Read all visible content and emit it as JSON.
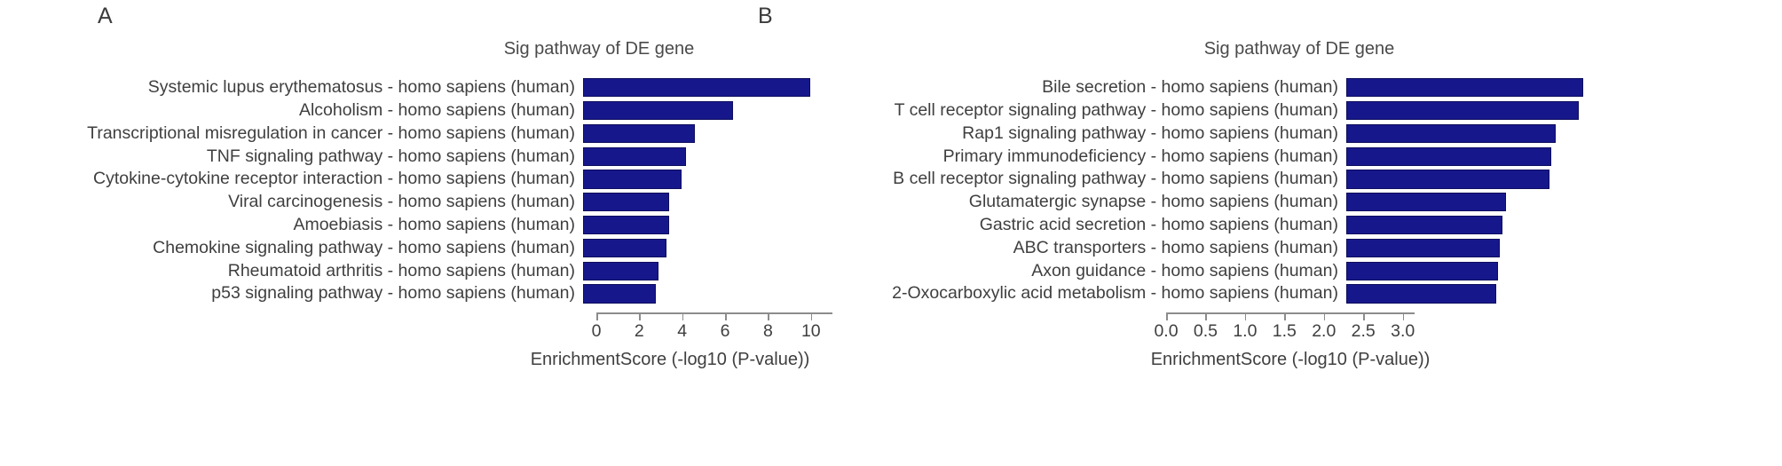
{
  "figure": {
    "panels": [
      {
        "letter": "A",
        "title": "Sig pathway of DE gene",
        "axis_title": "EnrichmentScore (-log10 (P-value))"
      },
      {
        "letter": "B",
        "title": "Sig pathway of DE gene",
        "axis_title": "EnrichmentScore (-log10 (P-value))"
      }
    ]
  },
  "chart_data": [
    {
      "type": "bar",
      "orientation": "horizontal",
      "panel": "A",
      "title": "Sig pathway of DE gene",
      "xlabel": "EnrichmentScore (-log10 (P-value))",
      "ylabel": "",
      "xlim": [
        0,
        11
      ],
      "xticks": [
        "0",
        "2",
        "4",
        "6",
        "8",
        "10"
      ],
      "xtick_values": [
        0,
        2,
        4,
        6,
        8,
        10
      ],
      "grid": false,
      "legend": "none",
      "bar_color": "#17178c",
      "categories": [
        "Systemic lupus erythematosus - homo sapiens (human)",
        "Alcoholism - homo sapiens (human)",
        "Transcriptional misregulation in cancer - homo sapiens (human)",
        "TNF signaling pathway - homo sapiens (human)",
        "Cytokine-cytokine receptor interaction - homo sapiens (human)",
        "Viral carcinogenesis - homo sapiens (human)",
        "Amoebiasis - homo sapiens (human)",
        "Chemokine signaling pathway - homo sapiens (human)",
        "Rheumatoid arthritis - homo sapiens (human)",
        "p53 signaling pathway - homo sapiens (human)"
      ],
      "values": [
        10.6,
        7.0,
        5.2,
        4.8,
        4.6,
        4.0,
        4.0,
        3.9,
        3.5,
        3.4
      ]
    },
    {
      "type": "bar",
      "orientation": "horizontal",
      "panel": "B",
      "title": "Sig pathway of DE gene",
      "xlabel": "EnrichmentScore (-log10 (P-value))",
      "ylabel": "",
      "xlim": [
        0,
        3.15
      ],
      "xticks": [
        "0.0",
        "0.5",
        "1.0",
        "1.5",
        "2.0",
        "2.5",
        "3.0"
      ],
      "xtick_values": [
        0.0,
        0.5,
        1.0,
        1.5,
        2.0,
        2.5,
        3.0
      ],
      "grid": false,
      "legend": "none",
      "bar_color": "#17178c",
      "categories": [
        "Bile secretion - homo sapiens (human)",
        "T cell receptor signaling pathway - homo sapiens (human)",
        "Rap1 signaling pathway - homo sapiens (human)",
        "Primary immunodeficiency - homo sapiens (human)",
        "B cell receptor signaling pathway - homo sapiens (human)",
        "Glutamatergic synapse - homo sapiens (human)",
        "Gastric acid secretion - homo sapiens (human)",
        "ABC transporters - homo sapiens (human)",
        "Axon guidance - homo sapiens (human)",
        "2-Oxocarboxylic acid metabolism - homo sapiens (human)"
      ],
      "values": [
        3.0,
        2.95,
        2.66,
        2.6,
        2.58,
        2.02,
        1.98,
        1.95,
        1.92,
        1.9
      ]
    }
  ]
}
